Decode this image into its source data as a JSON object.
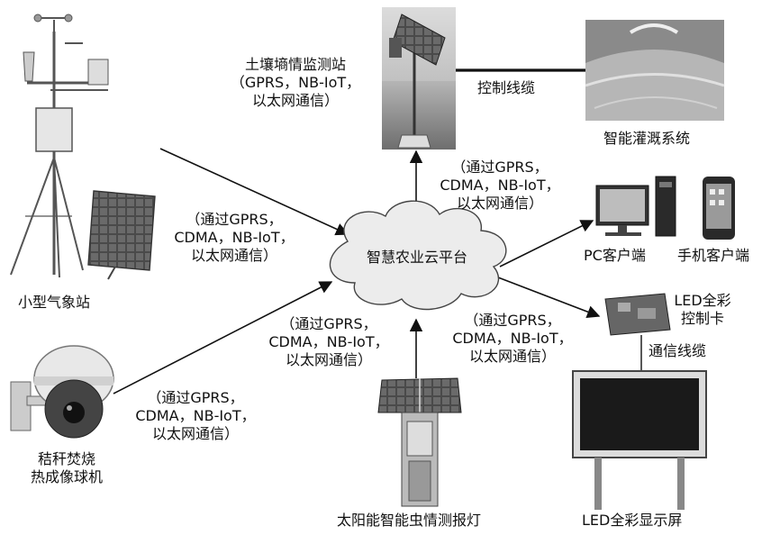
{
  "hub": {
    "label": "智慧农业云平台"
  },
  "nodes": {
    "weather_station": {
      "label": "小型气象站"
    },
    "soil_station": {
      "lines": [
        "土壤墒情监测站",
        "（GPRS，NB-IoT，",
        "以太网通信）"
      ]
    },
    "irrigation": {
      "label": "智能灌溉系统"
    },
    "control_cable": {
      "label": "控制线缆"
    },
    "pc_client": {
      "label": "PC客户端"
    },
    "mobile_client": {
      "label": "手机客户端"
    },
    "led_card": {
      "lines": [
        "LED全彩",
        "控制卡"
      ]
    },
    "comm_cable": {
      "label": "通信线缆"
    },
    "led_screen": {
      "label": "LED全彩显示屏"
    },
    "insect_lamp": {
      "label": "太阳能智能虫情测报灯"
    },
    "thermal_camera": {
      "lines": [
        "秸秆焚烧",
        "热成像球机"
      ]
    }
  },
  "link_labels": {
    "weather": [
      "（通过GPRS，",
      "CDMA，NB-IoT，",
      "以太网通信）"
    ],
    "soil": [
      "（通过GPRS，",
      "CDMA，NB-IoT，",
      "以太网通信）"
    ],
    "camera": [
      "（通过GPRS，",
      "CDMA，NB-IoT，",
      "以太网通信）"
    ],
    "lamp": [
      "（通过GPRS，",
      "CDMA，NB-IoT，",
      "以太网通信）"
    ],
    "led": [
      "（通过GPRS，",
      "CDMA，NB-IoT，",
      "以太网通信）"
    ]
  }
}
